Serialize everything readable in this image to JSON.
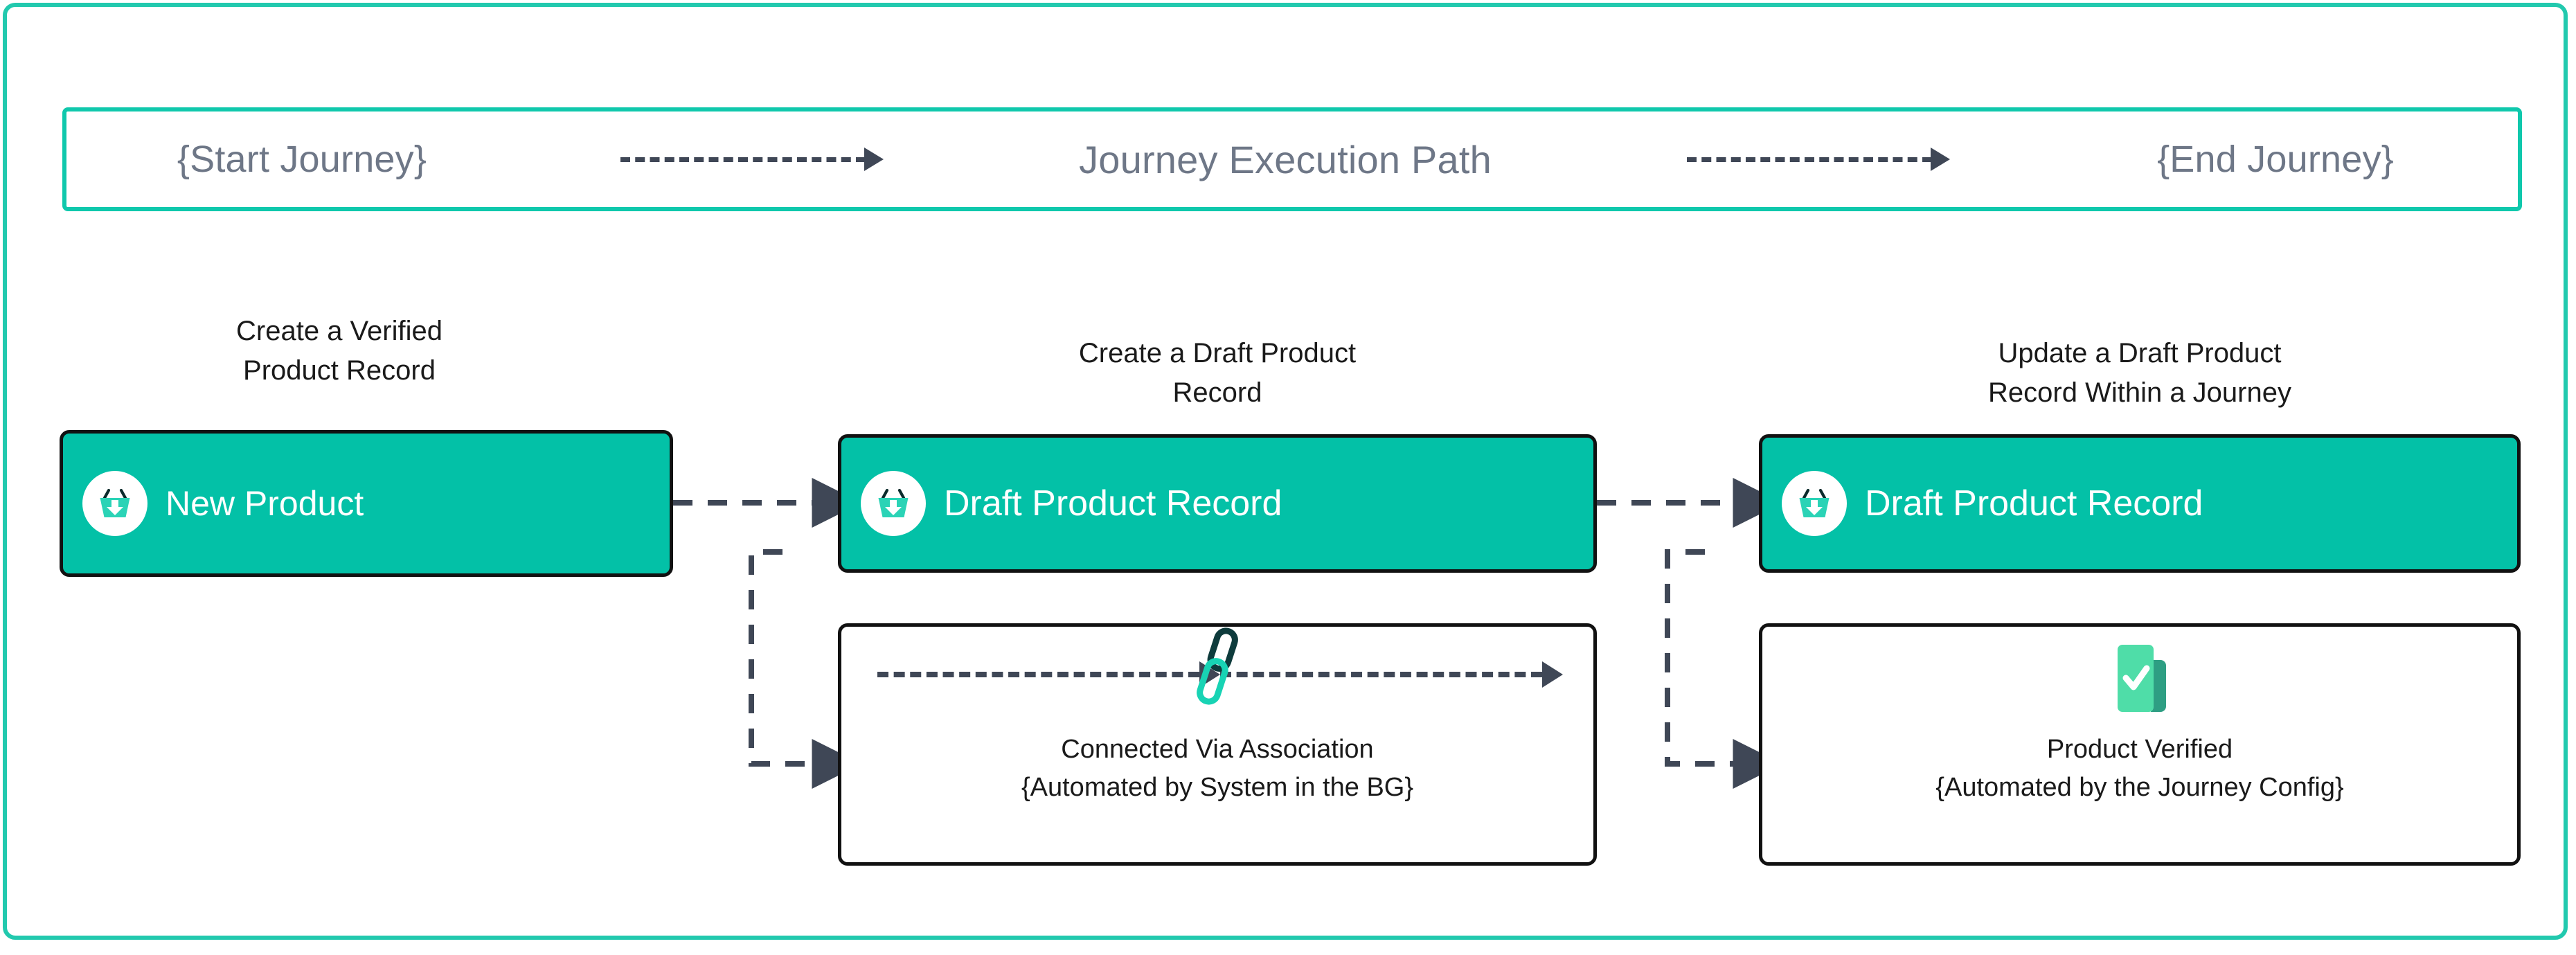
{
  "theme": {
    "frame_border": "#22C9AE",
    "header_border": "#0FC8AC",
    "card_green": "#03C1A7",
    "card_border": "#111111",
    "arrow_gray": "#3F4756",
    "header_text": "#6E7787",
    "body_text": "#1A1A1A",
    "verified_green": "#4FDDA8",
    "verified_spine": "#2E9E83",
    "link_dark": "#0E3B3C",
    "link_light": "#18D3B4"
  },
  "header": {
    "start_label": "{Start Journey}",
    "title": "Journey Execution Path",
    "end_label": "{End Journey}",
    "arrow_left_name": "dashed-arrow-right",
    "arrow_right_name": "dashed-arrow-right"
  },
  "columns": [
    {
      "caption": "Create a Verified\nProduct Record",
      "card": {
        "label": "New Product",
        "icon": "product-basket-icon"
      },
      "note": null
    },
    {
      "caption": "Create a Draft Product\nRecord",
      "card": {
        "label": "Draft Product Record",
        "icon": "product-basket-icon"
      },
      "note": {
        "icon": "link-chain-icon",
        "line1": "Connected Via Association",
        "line2": "{Automated by System in the BG}"
      }
    },
    {
      "caption": "Update a Draft Product\nRecord Within a Journey",
      "card": {
        "label": "Draft Product Record",
        "icon": "product-basket-icon"
      },
      "note": {
        "icon": "verified-check-icon",
        "line1": "Product Verified",
        "line2": "{Automated by the Journey Config}"
      }
    }
  ]
}
